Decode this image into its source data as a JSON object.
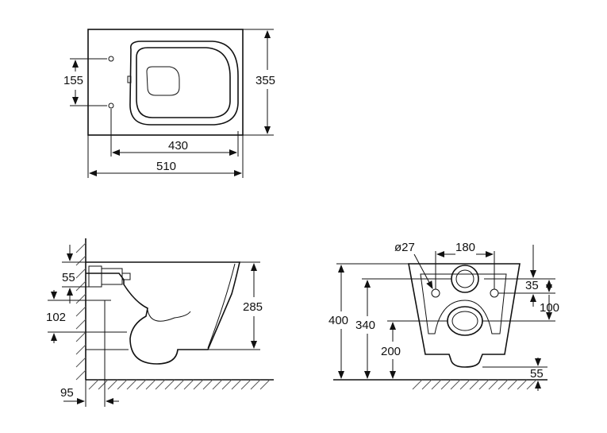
{
  "top_view": {
    "dim_155": "155",
    "dim_355": "355",
    "dim_430": "430",
    "dim_510": "510"
  },
  "side_view": {
    "dim_55": "55",
    "dim_102": "102",
    "dim_285": "285",
    "dim_95": "95"
  },
  "rear_view": {
    "dim_27": "ø27",
    "dim_180": "180",
    "dim_400": "400",
    "dim_340": "340",
    "dim_200": "200",
    "dim_35": "35",
    "dim_100": "100",
    "dim_55": "55"
  }
}
